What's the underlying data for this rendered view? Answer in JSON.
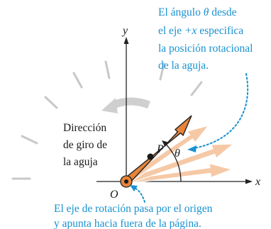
{
  "annotation_top": {
    "line1_prefix": "El ángulo ",
    "theta": "θ",
    "line1_suffix": " desde",
    "line2_prefix": "el eje ",
    "plus_x": "+x",
    "line2_suffix": " especifica",
    "line3": "la posición rotacional",
    "line4": "de la aguja."
  },
  "annotation_left": {
    "line1": "Dirección",
    "line2": "de giro de",
    "line3": "la aguja"
  },
  "annotation_bottom": {
    "line1": "El eje de rotación pasa por el origen",
    "line2": "y apunta hacia fuera de la página."
  },
  "labels": {
    "axis_x": "x",
    "axis_y": "y",
    "origin": "O",
    "point": "P",
    "angle": "θ"
  },
  "colors": {
    "annotation_blue": "#1a92d0",
    "needle_orange": "#e8843a",
    "ghost_arrow": "#f6c9a6",
    "dial_tick": "#c8c8c8",
    "rotation_arrow": "#cfcfcf"
  }
}
